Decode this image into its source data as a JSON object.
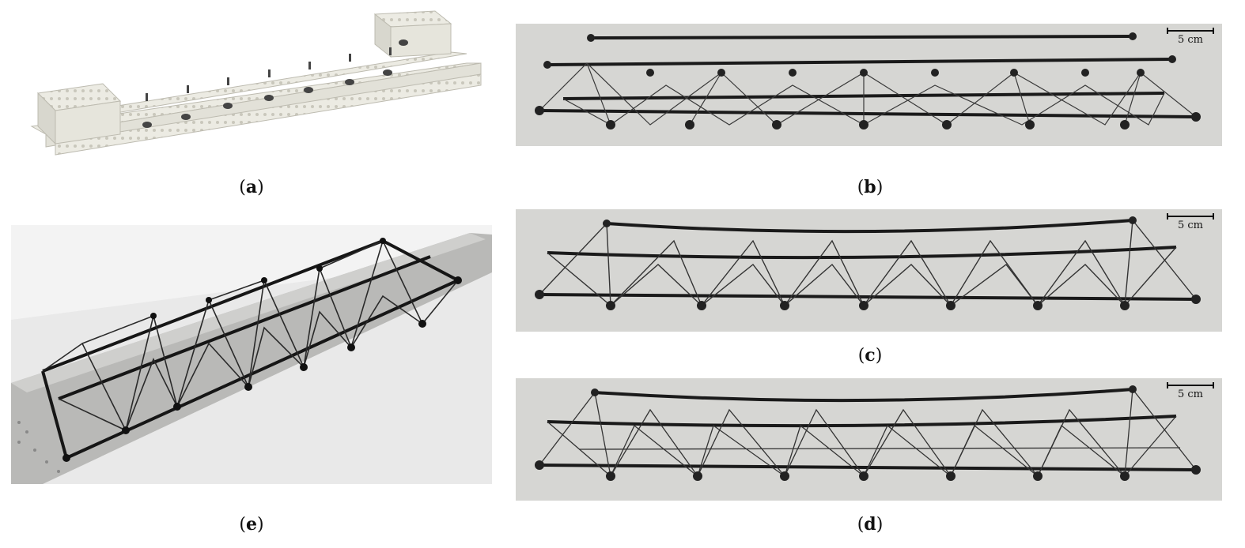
{
  "figure": {
    "panels": [
      {
        "id": "a",
        "label_open": "(",
        "letter": "a",
        "label_close": ")",
        "content": "cad-render-white-block-mold"
      },
      {
        "id": "b",
        "label_open": "(",
        "letter": "b",
        "label_close": ")",
        "content": "photo-truss-beam-side",
        "scale": "5 cm"
      },
      {
        "id": "c",
        "label_open": "(",
        "letter": "c",
        "label_close": ")",
        "content": "photo-truss-beam-side-dense",
        "scale": "5 cm"
      },
      {
        "id": "d",
        "label_open": "(",
        "letter": "d",
        "label_close": ")",
        "content": "photo-truss-beam-side-densest",
        "scale": "5 cm"
      },
      {
        "id": "e",
        "label_open": "(",
        "letter": "e",
        "label_close": ")",
        "content": "photo-truss-beam-on-plate-perspective"
      }
    ]
  }
}
